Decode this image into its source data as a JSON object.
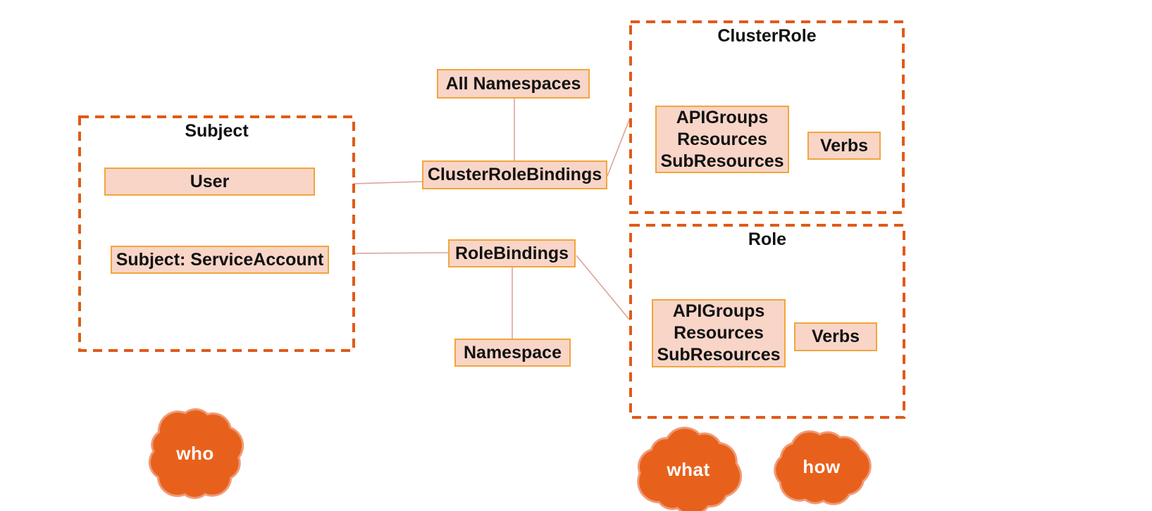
{
  "containers": {
    "subject": {
      "label": "Subject"
    },
    "clusterRole": {
      "label": "ClusterRole"
    },
    "role": {
      "label": "Role"
    }
  },
  "boxes": {
    "user": {
      "label": "User"
    },
    "serviceAccount": {
      "label": "Subject: ServiceAccount"
    },
    "allNamespaces": {
      "label": "All Namespaces"
    },
    "clusterRoleBindings": {
      "label": "ClusterRoleBindings"
    },
    "roleBindings": {
      "label": "RoleBindings"
    },
    "namespace": {
      "label": "Namespace"
    },
    "clusterRoleRules": {
      "lines": [
        "APIGroups",
        "Resources",
        "SubResources"
      ]
    },
    "clusterRoleVerbs": {
      "label": "Verbs"
    },
    "roleRules": {
      "lines": [
        "APIGroups",
        "Resources",
        "SubResources"
      ]
    },
    "roleVerbs": {
      "label": "Verbs"
    }
  },
  "clouds": {
    "who": {
      "label": "who"
    },
    "what": {
      "label": "what"
    },
    "how": {
      "label": "how"
    }
  },
  "colors": {
    "dashed_border": "#df5b17",
    "box_border": "#f2a53c",
    "box_fill": "#f8d5c7",
    "connector": "#dda39a",
    "cloud_fill": "#e8611c",
    "cloud_rim": "#f09a77",
    "text": "#111111",
    "cloud_text": "#ffffff"
  }
}
